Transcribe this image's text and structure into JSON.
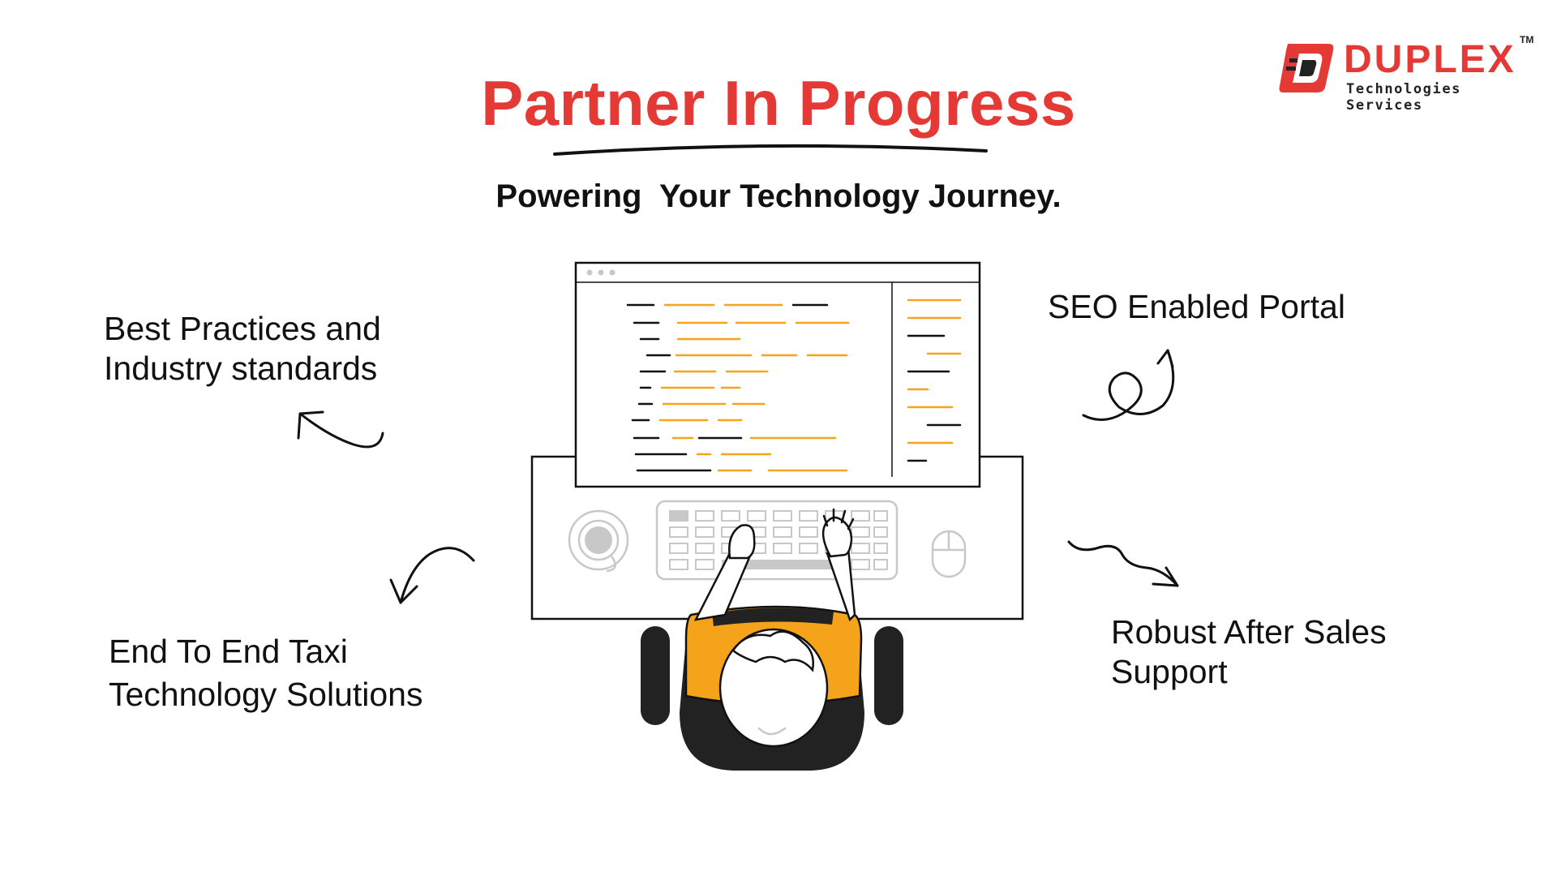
{
  "header": {
    "title": "Partner In Progress",
    "subtitle": "Powering  Your Technology Journey."
  },
  "logo": {
    "brand": "DUPLEX",
    "tagline": "Technologies Services",
    "trademark": "TM",
    "icon": "duplex-d-logo-icon"
  },
  "features": {
    "best_practices": [
      "Best Practices and",
      "Industry standards"
    ],
    "end_to_end": [
      "End To End Taxi",
      "Technology Solutions"
    ],
    "seo": [
      "SEO Enabled Portal"
    ],
    "support": [
      "Robust After Sales",
      "Support"
    ]
  },
  "illustration": {
    "icon": "developer-at-desk-illustration",
    "elements": [
      "monitor-icon",
      "keyboard-icon",
      "mouse-icon",
      "coffee-cup-icon",
      "chair-icon"
    ]
  },
  "colors": {
    "accent_red": "#e53935",
    "shirt_orange": "#f5a31a",
    "code_orange": "#f5a31a",
    "text_dark": "#111111",
    "outline_gray": "#c8c8c8"
  }
}
